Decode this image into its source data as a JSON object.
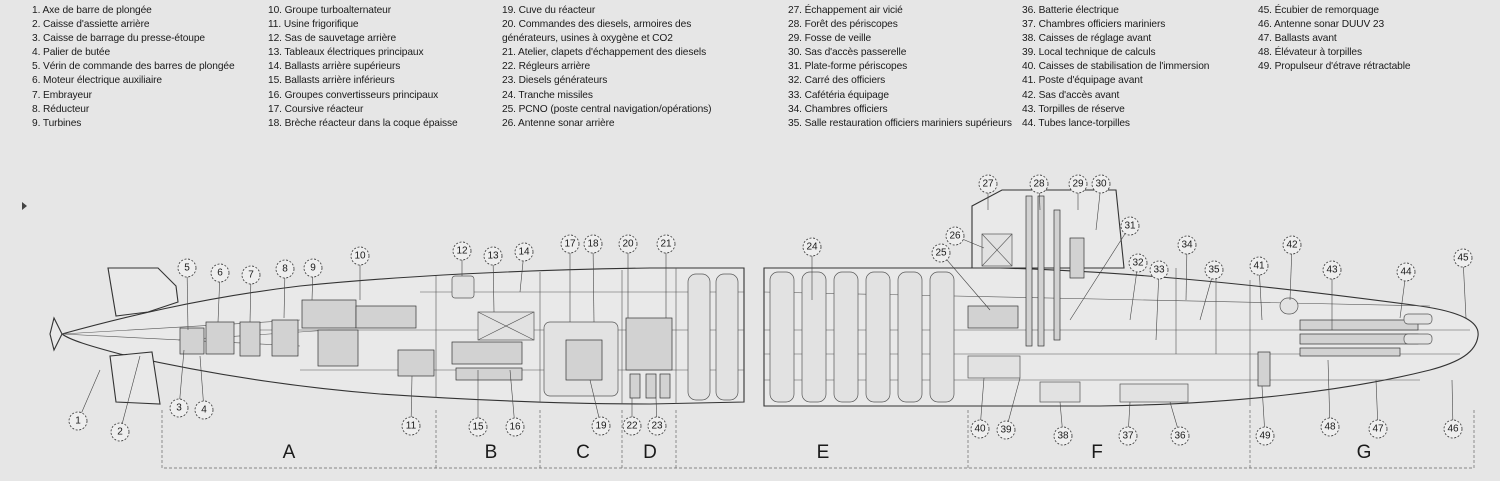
{
  "legend": [
    [
      "1. Axe de barre de plongée",
      "2. Caisse d'assiette arrière",
      "3. Caisse de barrage du presse-étoupe",
      "4. Palier de butée",
      "5. Vérin de commande des barres de plongée",
      "6. Moteur électrique auxiliaire",
      "7. Embrayeur",
      "8. Réducteur",
      "9. Turbines"
    ],
    [
      "10. Groupe turboalternateur",
      "11. Usine frigorifique",
      "12. Sas de sauvetage arrière",
      "13. Tableaux électriques principaux",
      "14. Ballasts arrière supérieurs",
      "15. Ballasts arrière inférieurs",
      "16. Groupes convertisseurs principaux",
      "17. Coursive réacteur",
      "18. Brèche réacteur dans la coque épaisse"
    ],
    [
      "19. Cuve du réacteur",
      "20. Commandes des diesels, armoires des",
      "générateurs, usines à oxygène et CO2",
      "21. Atelier, clapets d'échappement des diesels",
      "22. Régleurs arrière",
      "23. Diesels générateurs",
      "24. Tranche missiles",
      "25. PCNO (poste central navigation/opérations)",
      "26. Antenne sonar arrière"
    ],
    [
      "27. Échappement air vicié",
      "28. Forêt des périscopes",
      "29. Fosse de veille",
      "30. Sas d'accès passerelle",
      "31. Plate-forme périscopes",
      "32. Carré des officiers",
      "33. Cafétéria équipage",
      "34. Chambres officiers",
      "35. Salle restauration officiers mariniers supérieurs"
    ],
    [
      "36. Batterie électrique",
      "37. Chambres officiers mariniers",
      "38. Caisses de réglage avant",
      "39. Local technique de calculs",
      "40. Caisses de stabilisation de l'immersion",
      "41. Poste d'équipage avant",
      "42. Sas d'accès avant",
      "43. Torpilles de réserve",
      "44. Tubes lance-torpilles"
    ],
    [
      "45. Écubier de remorquage",
      "46. Antenne sonar DUUV 23",
      "47. Ballasts avant",
      "48. Élévateur à torpilles",
      "49. Propulseur d'étrave rétractable"
    ]
  ],
  "callouts": [
    "1",
    "2",
    "3",
    "4",
    "5",
    "6",
    "7",
    "8",
    "9",
    "10",
    "11",
    "12",
    "13",
    "14",
    "15",
    "16",
    "17",
    "18",
    "19",
    "20",
    "21",
    "22",
    "23",
    "24",
    "25",
    "26",
    "27",
    "28",
    "29",
    "30",
    "31",
    "32",
    "33",
    "34",
    "35",
    "36",
    "37",
    "38",
    "39",
    "40",
    "41",
    "42",
    "43",
    "44",
    "45",
    "46",
    "47",
    "48",
    "49"
  ],
  "sections": [
    "A",
    "B",
    "C",
    "D",
    "E",
    "F",
    "G"
  ],
  "colors": {
    "background": "#e6e6e6",
    "line": "#333333",
    "machinery": "#d2d2d2"
  }
}
